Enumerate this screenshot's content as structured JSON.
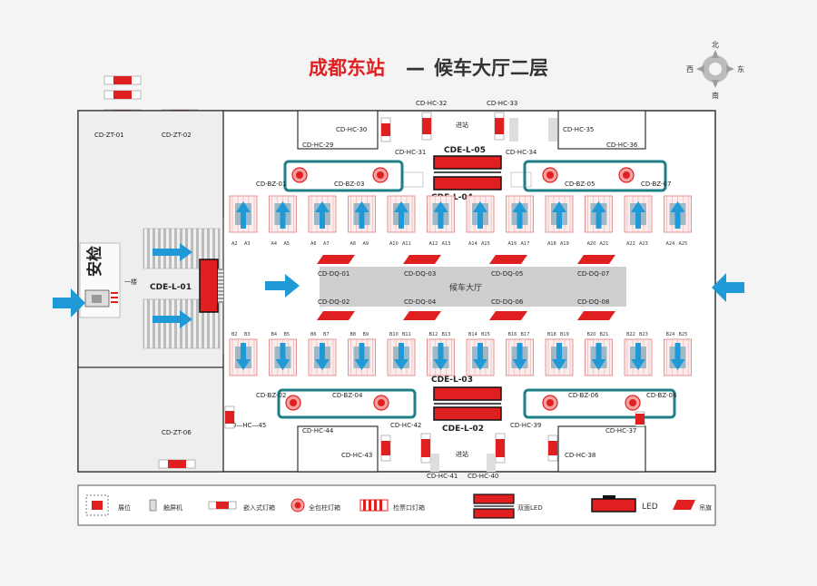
{
  "title": {
    "station": "成都东站",
    "dash": "—",
    "floor": "候车大厅二层"
  },
  "compass": {
    "north": "北",
    "south": "南",
    "east": "东",
    "west": "西"
  },
  "labels": {
    "zt01": "CD-ZT-01",
    "zt02": "CD-ZT-02",
    "zt06": "CD-ZT-06",
    "hc29": "CD-HC-29",
    "hc30": "CD-HC-30",
    "hc31": "CD-HC-31",
    "hc32": "CD-HC-32",
    "hc33": "CD-HC-33",
    "hc34": "CD-HC-34",
    "hc35": "CD-HC-35",
    "hc36": "CD-HC-36",
    "hc37": "CD-HC-37",
    "hc38": "CD-HC-38",
    "hc39": "CD-HC-39",
    "hc40": "CD-HC-40",
    "hc41": "CD-HC-41",
    "hc42": "CD-HC-42",
    "hc43": "CD-HC-43",
    "hc44": "CD-HC-44",
    "hc45": "CD—HC—45",
    "entry_top": "进站",
    "entry_bottom": "进站",
    "l05": "CDE-L-05",
    "l04": "CDE-L-04",
    "l03": "CDE-L-03",
    "l02": "CDE-L-02",
    "l01": "CDE-L-01",
    "bz01": "CD-BZ-01",
    "bz02": "CD-BZ-02",
    "bz03": "CD-BZ-03",
    "bz04": "CD-BZ-04",
    "bz05": "CD-BZ-05",
    "bz06": "CD-BZ-06",
    "bz07": "CD-BZ-07",
    "bz08": "CD-BZ-08",
    "dq01": "CD-DQ-01",
    "dq02": "CD-DQ-02",
    "dq03": "CD-DQ-03",
    "dq04": "CD-DQ-04",
    "dq05": "CD-DQ-05",
    "dq06": "CD-DQ-06",
    "dq07": "CD-DQ-07",
    "dq08": "CD-DQ-08",
    "hall": "候车大厅",
    "security": "安检",
    "floor1": "一楼"
  },
  "gates_top": [
    "A2",
    "A3",
    "A4",
    "A5",
    "A6",
    "A7",
    "A8",
    "A9",
    "A10",
    "A11",
    "A12",
    "A13",
    "A14",
    "A15",
    "A16",
    "A17",
    "A18",
    "A19",
    "A20",
    "A21",
    "A22",
    "A23",
    "A24",
    "A25"
  ],
  "gates_bottom": [
    "B2",
    "B3",
    "B4",
    "B5",
    "B6",
    "B7",
    "B8",
    "B9",
    "B10",
    "B11",
    "B12",
    "B13",
    "B14",
    "B15",
    "B16",
    "B17",
    "B18",
    "B19",
    "B20",
    "B21",
    "B22",
    "B23",
    "B24",
    "B25"
  ],
  "legend": {
    "kiosk": "展位",
    "screen": "触屏机",
    "embedded": "嵌入式灯箱",
    "pillar": "全包柱灯箱",
    "gate": "检票口灯箱",
    "double_led": "双面LED",
    "led": "LED",
    "flag": "吊旗"
  },
  "colors": {
    "red": "#e02020",
    "teal": "#1e7f86",
    "blue": "#1f9ad6",
    "dark": "#222222"
  }
}
